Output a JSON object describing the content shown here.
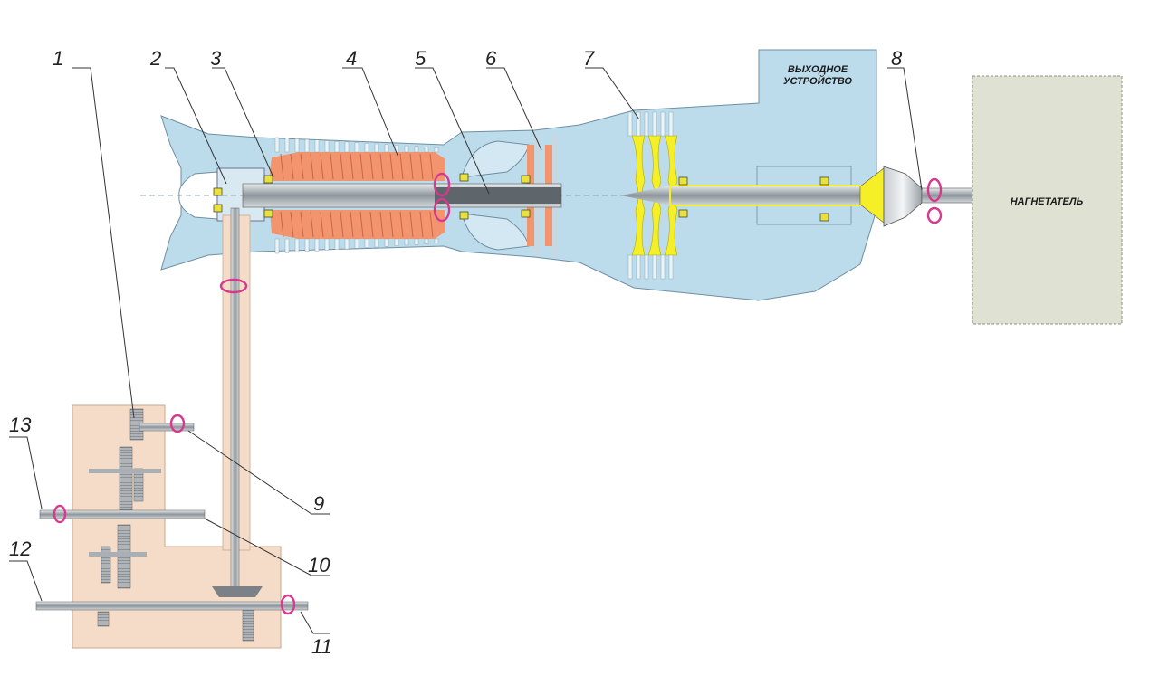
{
  "labels": {
    "outlet": [
      "ВЫХОДНОЕ",
      "УСТРОЙСТВО"
    ],
    "compressor": "НАГНЕТАТЕЛЬ"
  },
  "callouts": [
    {
      "id": "callout-1",
      "text": "1"
    },
    {
      "id": "callout-2",
      "text": "2"
    },
    {
      "id": "callout-3",
      "text": "3"
    },
    {
      "id": "callout-4",
      "text": "4"
    },
    {
      "id": "callout-5",
      "text": "5"
    },
    {
      "id": "callout-6",
      "text": "6"
    },
    {
      "id": "callout-7",
      "text": "7"
    },
    {
      "id": "callout-8",
      "text": "8"
    },
    {
      "id": "callout-9",
      "text": "9"
    },
    {
      "id": "callout-10",
      "text": "10"
    },
    {
      "id": "callout-11",
      "text": "11"
    },
    {
      "id": "callout-12",
      "text": "12"
    },
    {
      "id": "callout-13",
      "text": "13"
    }
  ],
  "colors": {
    "casing": "#bcdcec",
    "casing_stroke": "#6f8fa2",
    "hp_rotor": "#f2956e",
    "power_turbine": "#f5ef27",
    "shaft": "#9ba2a7",
    "gearbox": "#f4dcc8",
    "supercharger": "#dfe1d3",
    "rotation_arrow": "#d6398e",
    "bearing": "#e9e23a"
  }
}
